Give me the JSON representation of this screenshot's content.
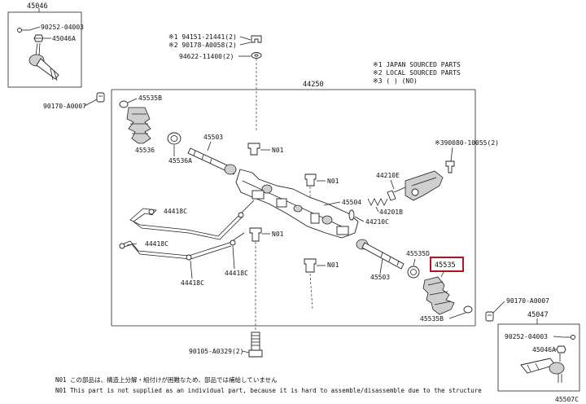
{
  "labels": {
    "assy_45046_top": "45046",
    "p_90252_top": "90252-04003",
    "p_45046a_top": "45046A",
    "p_90170_left": "90170-A0007",
    "p_94151": "※1 94151-21441(2)",
    "p_90178": "※2 90178-A0058(2)",
    "p_94622": "94622-11400(2)",
    "p_44250": "44250",
    "legend_1": "※1 JAPAN SOURCED PARTS",
    "legend_2": "※2 LOCAL SOURCED PARTS",
    "legend_3": "※3 (      )   (NO)",
    "p_45535b_left": "45535B",
    "p_45536": "45536",
    "p_45536a": "45536A",
    "p_45503_left": "45503",
    "n01_a": "N01",
    "n01_b": "N01",
    "n01_c": "N01",
    "n01_d": "N01",
    "p_390080": "※390080-10055(2)",
    "p_44210e": "44210E",
    "p_45504": "45504",
    "p_44201b": "44201B",
    "p_44210c": "44210C",
    "p_44418c_1": "44418C",
    "p_44418c_2": "44418C",
    "p_44418c_3": "44418C",
    "p_44418c_4": "44418C",
    "p_45535d": "45535D",
    "p_45535_hl": "45535",
    "p_45503_right": "45503",
    "p_45535b_right": "45535B",
    "p_90170_right": "90170-A0007",
    "assy_45047": "45047",
    "p_90252_bot": "90252-04003",
    "p_45046a_bot": "45046A",
    "p_90105": "90105-A0329(2)",
    "note_1": "N01 この部品は、構造上分解・組付けが困難なため、部品では補給していません",
    "note_2": "N01 This part is not supplied as an individual part, because it is hard to assemble/disassemble due to the structure",
    "diagram_id": "45507C"
  },
  "colors": {
    "highlight": "#b3121e",
    "ink": "#222222"
  }
}
